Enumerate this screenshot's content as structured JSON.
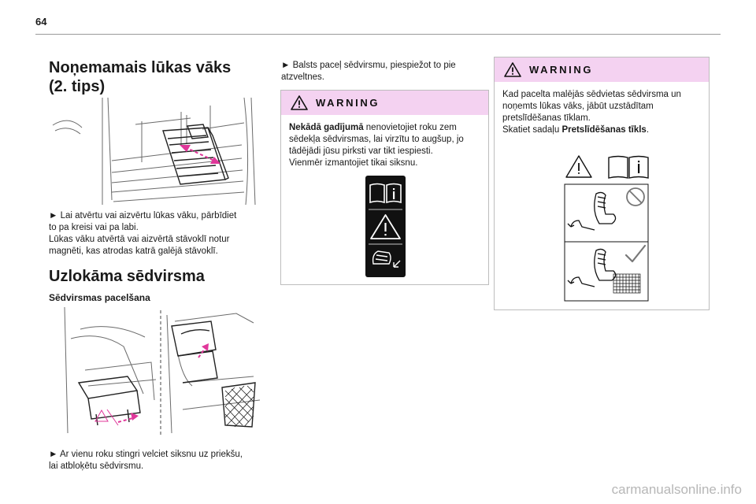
{
  "page": {
    "number": "64"
  },
  "section1": {
    "title_line1": "Noņemamais lūkas vāks",
    "title_line2": "(2. tips)",
    "instruction": {
      "line1": "► Lai atvērtu vai aizvērtu lūkas vāku, pārbīdiet",
      "line2": "to pa kreisi vai pa labi.",
      "line3": "Lūkas vāku atvērtā vai aizvērtā stāvoklī notur",
      "line4": "magnēti, kas atrodas katrā galējā stāvoklī."
    }
  },
  "section2": {
    "title": "Uzlokāma sēdvirsma",
    "subtitle": "Sēdvirsmas pacelšana",
    "instruction": {
      "line1": "► Ar vienu roku stingri velciet siksnu uz priekšu,",
      "line2": "lai atbloķētu sēdvirsmu."
    }
  },
  "column2": {
    "instruction": {
      "line1": "► Balsts paceļ sēdvirsmu, piespiežot to pie",
      "line2": "atzveltnes."
    },
    "warning": {
      "title": "WARNING",
      "bold_lead": "Nekādā gadījumā",
      "line1_rest": " nenovietojiet roku zem",
      "line2": "sēdekļa sēdvirsmas, lai virzītu to augšup, jo",
      "line3": "tādējādi jūsu pirksti var tikt iespiesti.",
      "line4": "Vienmēr izmantojiet tikai siksnu."
    }
  },
  "column3": {
    "warning": {
      "title": "WARNING",
      "line1": "Kad pacelta malējās sēdvietas sēdvirsma un",
      "line2": "noņemts lūkas vāks, jābūt uzstādītam",
      "line3": "pretslīdēšanas tīklam.",
      "line4_prefix": "Skatiet sadaļu ",
      "line4_bold": "Pretslīdēšanas tīkls",
      "line4_suffix": "."
    }
  },
  "watermark": "carmanualsonline.info",
  "colors": {
    "warning_header": "#f4d2f1",
    "arrow_magenta": "#e0379a",
    "rule": "#9a9a9a",
    "box_border": "#bdbdbd"
  },
  "icons": [
    "warning-triangle-icon",
    "manual-book-icon",
    "hand-pinch-icon",
    "prohibited-icon",
    "checkmark-icon"
  ]
}
